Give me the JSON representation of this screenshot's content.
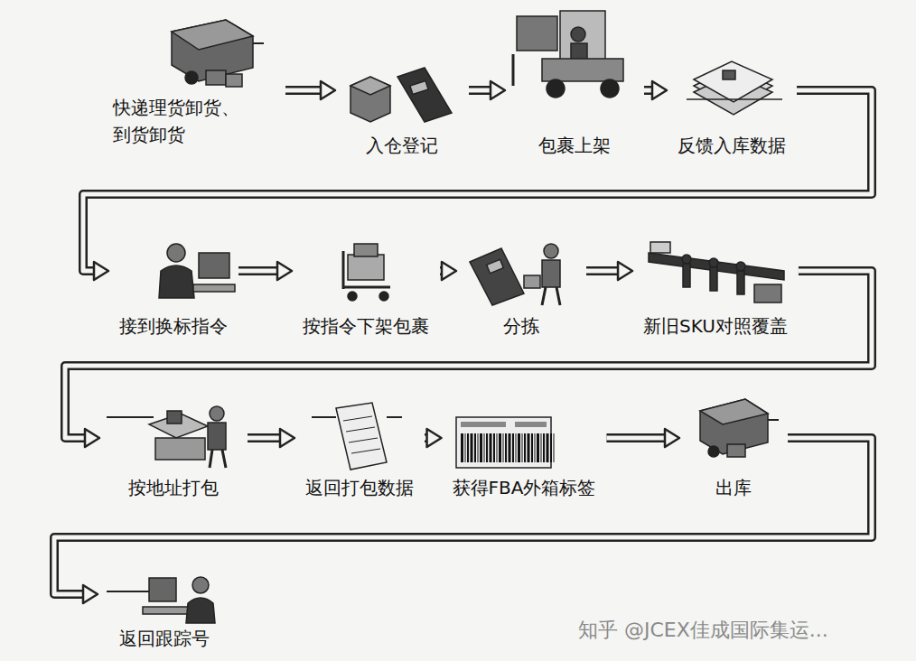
{
  "diagram": {
    "nodes": [
      {
        "text": [
          "快递理货卸货、 到货卸货"
        ]
      },
      {
        "text": [
          "入仓登记"
        ]
      },
      {
        "text": [
          "包裹上架"
        ]
      },
      {
        "text": [
          "反馈入库数据"
        ]
      },
      {
        "text": [
          "接到换标指令"
        ]
      },
      {
        "text": [
          "按指令下架包裹"
        ]
      },
      {
        "text": [
          "分拣"
        ]
      },
      {
        "text": [
          "新旧SKU对照覆盖"
        ]
      },
      {
        "text": [
          "按地址打包"
        ]
      },
      {
        "text": [
          "返回打包数据"
        ]
      },
      {
        "text": [
          "获得FBA外箱标签"
        ]
      },
      {
        "text": [
          "出库"
        ]
      },
      {
        "text": [
          "返回跟踪号"
        ]
      }
    ],
    "edges": [
      {
        "from": 0,
        "to": 1,
        "arrow": "to"
      },
      {
        "from": 1,
        "to": 2,
        "arrow": "to"
      },
      {
        "from": 2,
        "to": 3,
        "arrow": "to"
      },
      {
        "from": 3,
        "to": 4,
        "arrow": "to"
      },
      {
        "from": 4,
        "to": 5,
        "arrow": "to"
      },
      {
        "from": 5,
        "to": 6,
        "arrow": "to"
      },
      {
        "from": 6,
        "to": 7,
        "arrow": "to"
      },
      {
        "from": 7,
        "to": 8,
        "arrow": "to"
      },
      {
        "from": 8,
        "to": 9,
        "arrow": "to"
      },
      {
        "from": 9,
        "to": 10,
        "arrow": "to"
      },
      {
        "from": 10,
        "to": 11,
        "arrow": "to"
      },
      {
        "from": 11,
        "to": 12,
        "arrow": "to"
      }
    ],
    "labels": [
      "知乎 @JCEX佳成国际集运..."
    ]
  }
}
